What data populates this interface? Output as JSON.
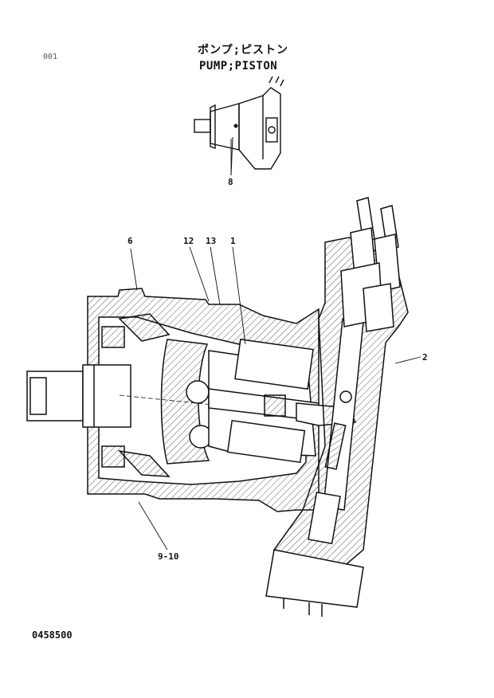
{
  "header": {
    "page_code": "001",
    "title_jp": "ポンプ;ピストン",
    "title_en": "PUMP;PISTON"
  },
  "callouts": {
    "c8": "8",
    "c6": "6",
    "c12": "12",
    "c13": "13",
    "c1": "1",
    "c2": "2",
    "c9_10": "9-10"
  },
  "footer": {
    "drawing_number": "0458500"
  }
}
